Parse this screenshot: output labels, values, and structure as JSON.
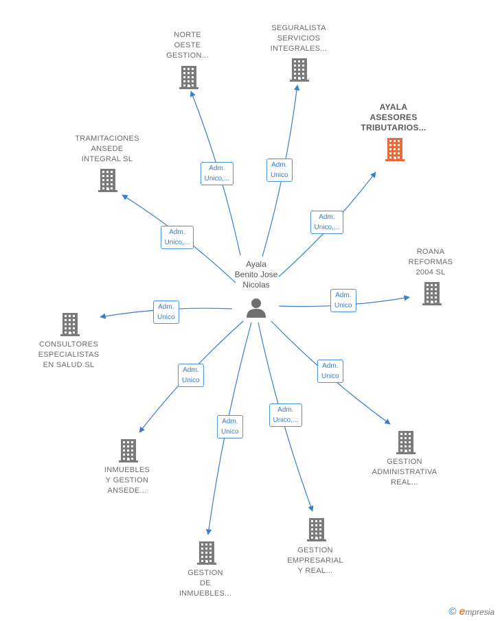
{
  "center": {
    "name": [
      "Ayala",
      "Benito Jose",
      "Nicolas"
    ]
  },
  "companies": [
    {
      "id": "norte",
      "label": [
        "NORTE",
        "OESTE",
        "GESTION..."
      ],
      "highlight": false,
      "role": [
        "Adm.",
        "Unico,..."
      ]
    },
    {
      "id": "seguralista",
      "label": [
        "SEGURALISTA",
        "SERVICIOS",
        "INTEGRALES..."
      ],
      "highlight": false,
      "role": [
        "Adm.",
        "Unico"
      ]
    },
    {
      "id": "ayala-asesores",
      "label": [
        "AYALA",
        "ASESORES",
        "TRIBUTARIOS..."
      ],
      "highlight": true,
      "role": [
        "Adm.",
        "Unico,..."
      ]
    },
    {
      "id": "tramitaciones",
      "label": [
        "TRAMITACIONES",
        "ANSEDE",
        "INTEGRAL SL"
      ],
      "highlight": false,
      "role": [
        "Adm.",
        "Unico,..."
      ]
    },
    {
      "id": "roana",
      "label": [
        "ROANA",
        "REFORMAS",
        "2004 SL"
      ],
      "highlight": false,
      "role": [
        "Adm.",
        "Unico"
      ]
    },
    {
      "id": "consultores",
      "label": [
        "CONSULTORES",
        "ESPECIALISTAS",
        "EN SALUD SL"
      ],
      "highlight": false,
      "role": [
        "Adm.",
        "Unico"
      ]
    },
    {
      "id": "inmuebles-gestion",
      "label": [
        "INMUEBLES",
        "Y GESTION",
        "ANSEDE..."
      ],
      "highlight": false,
      "role": [
        "Adm.",
        "Unico"
      ]
    },
    {
      "id": "gestion-inmuebles",
      "label": [
        "GESTION",
        "DE",
        "INMUEBLES..."
      ],
      "highlight": false,
      "role": [
        "Adm.",
        "Unico"
      ]
    },
    {
      "id": "gestion-empresarial",
      "label": [
        "GESTION",
        "EMPRESARIAL",
        "Y REAL..."
      ],
      "highlight": false,
      "role": [
        "Adm.",
        "Unico,..."
      ]
    },
    {
      "id": "gestion-administrativa",
      "label": [
        "GESTION",
        "ADMINISTRATIVA",
        "REAL..."
      ],
      "highlight": false,
      "role": [
        "Adm.",
        "Unico"
      ]
    }
  ],
  "footer": {
    "copyright": "©",
    "brand_first": "e",
    "brand_rest": "mpresia"
  },
  "colors": {
    "edge": "#3a7bd0",
    "building": "#7b7b7b",
    "building_highlight": "#ea6a3c",
    "person": "#6f6f6f"
  }
}
